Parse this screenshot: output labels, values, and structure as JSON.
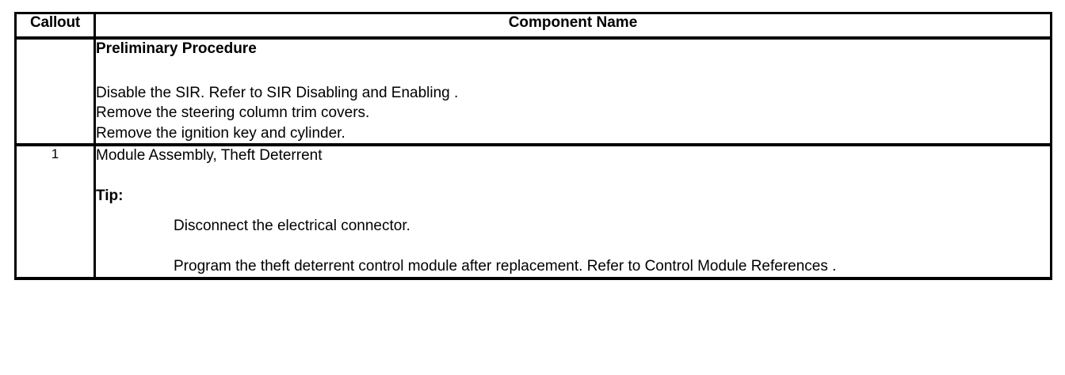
{
  "table": {
    "headers": {
      "callout": "Callout",
      "component": "Component Name"
    },
    "rows": [
      {
        "callout": "",
        "heading": "Preliminary Procedure",
        "procedure_lines": [
          "Disable the SIR. Refer to SIR Disabling and Enabling .",
          "Remove the steering column trim covers.",
          "Remove the ignition key and cylinder."
        ]
      },
      {
        "callout": "1",
        "component_name": "Module Assembly, Theft Deterrent",
        "tip_label": "Tip:",
        "tip_lines": [
          "Disconnect the electrical connector.",
          "Program the theft deterrent control module after replacement. Refer to Control Module References ."
        ]
      }
    ]
  }
}
